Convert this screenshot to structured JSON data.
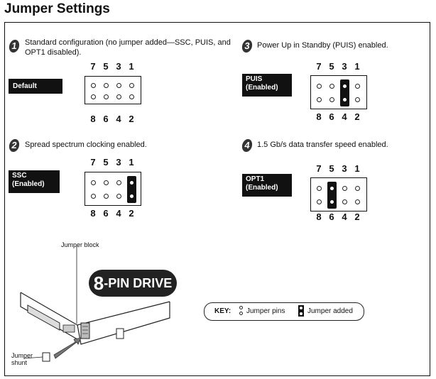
{
  "title": "Jumper Settings",
  "sections": [
    {
      "number": "1",
      "description": "Standard configuration (no jumper added—SSC, PUIS, and OPT1 disabled).",
      "badge": "Default",
      "top_pins": [
        "7",
        "5",
        "3",
        "1"
      ],
      "bottom_pins": [
        "8",
        "6",
        "4",
        "2"
      ],
      "jumper_column": null
    },
    {
      "number": "2",
      "description": "Spread spectrum clocking enabled.",
      "badge": "SSC\n(Enabled)",
      "top_pins": [
        "7",
        "5",
        "3",
        "1"
      ],
      "bottom_pins": [
        "8",
        "6",
        "4",
        "2"
      ],
      "jumper_column": "1-2"
    },
    {
      "number": "3",
      "description": "Power Up in Standby (PUIS) enabled.",
      "badge": "PUIS\n(Enabled)",
      "top_pins": [
        "7",
        "5",
        "3",
        "1"
      ],
      "bottom_pins": [
        "8",
        "6",
        "4",
        "2"
      ],
      "jumper_column": "3-4"
    },
    {
      "number": "4",
      "description": "1.5 Gb/s data transfer speed enabled.",
      "badge": "OPT1\n(Enabled)",
      "top_pins": [
        "7",
        "5",
        "3",
        "1"
      ],
      "bottom_pins": [
        "8",
        "6",
        "4",
        "2"
      ],
      "jumper_column": "5-6"
    }
  ],
  "drive": {
    "jumper_block_label": "Jumper block",
    "drive_label_big": "8",
    "drive_label_rest": "-PIN DRIVE",
    "jumper_shunt_label": "Jumper\nshunt"
  },
  "key": {
    "label": "KEY:",
    "pins_text": "Jumper pins",
    "added_text": "Jumper added"
  }
}
